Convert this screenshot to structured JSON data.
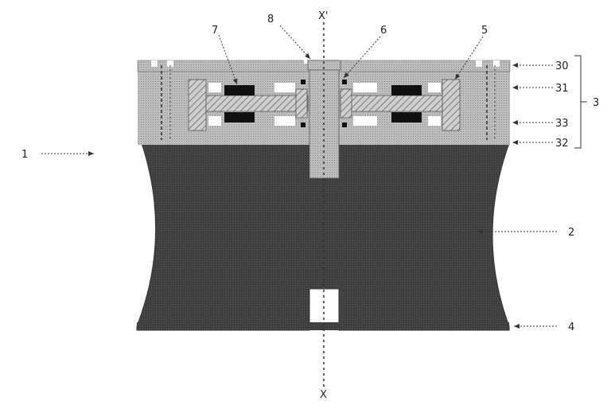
{
  "diagram": {
    "axis_top_label": "X'",
    "axis_bottom_label": "X",
    "labels": {
      "l1": "1",
      "l2": "2",
      "l3": "3",
      "l4": "4",
      "l5": "5",
      "l6": "6",
      "l7": "7",
      "l8": "8",
      "l30": "30",
      "l31": "31",
      "l32": "32",
      "l33": "33"
    },
    "colors": {
      "body": "#3f3f3f",
      "layer": "#b8b8b8",
      "hatch": "#8a8a8a",
      "magnet": "#111111",
      "line": "#333333"
    }
  }
}
